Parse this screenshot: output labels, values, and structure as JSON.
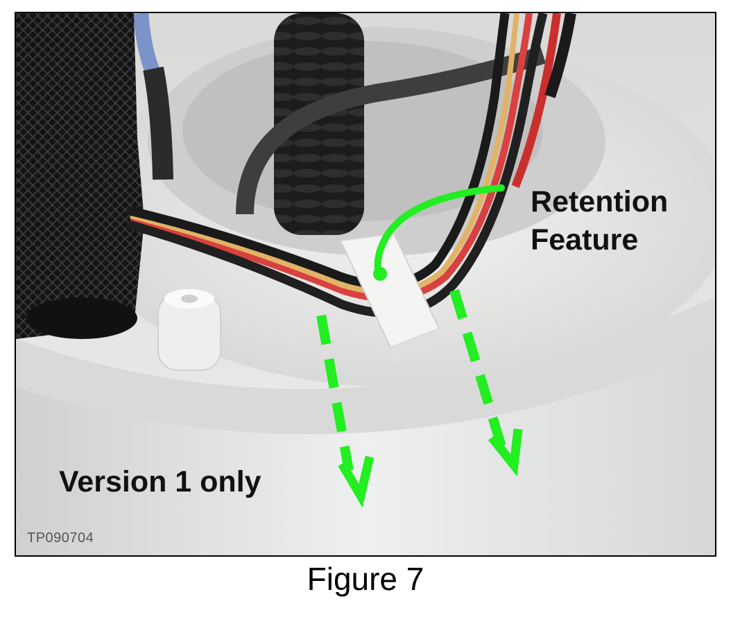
{
  "figure": {
    "callout_line1": "Retention",
    "callout_line2": "Feature",
    "version_note": "Version 1 only",
    "photo_id": "TP090704",
    "caption": "Figure 7"
  },
  "colors": {
    "annotation": "#22ee22",
    "text": "#111111"
  }
}
